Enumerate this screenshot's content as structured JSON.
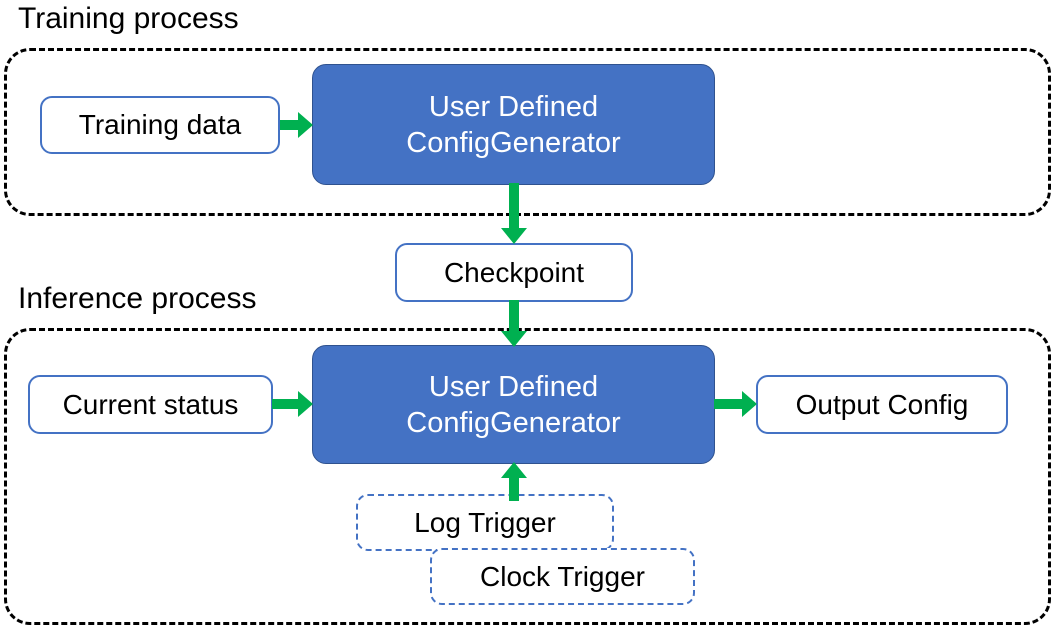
{
  "diagram": {
    "sections": [
      {
        "id": "training",
        "title": "Training process"
      },
      {
        "id": "inference",
        "title": "Inference process"
      }
    ],
    "nodes": {
      "training_data": "Training data",
      "generator_training_line1": "User Defined",
      "generator_training_line2": "ConfigGenerator",
      "checkpoint": "Checkpoint",
      "current_status": "Current status",
      "generator_inference_line1": "User Defined",
      "generator_inference_line2": "ConfigGenerator",
      "output_config": "Output Config",
      "log_trigger": "Log Trigger",
      "clock_trigger": "Clock Trigger"
    },
    "edges": [
      {
        "name": "training-data-to-generator",
        "from": "training_data",
        "to": "generator_training",
        "direction": "right"
      },
      {
        "name": "generator-to-checkpoint",
        "from": "generator_training",
        "to": "checkpoint",
        "direction": "down"
      },
      {
        "name": "checkpoint-to-generator",
        "from": "checkpoint",
        "to": "generator_inference",
        "direction": "down"
      },
      {
        "name": "status-to-generator",
        "from": "current_status",
        "to": "generator_inference",
        "direction": "right"
      },
      {
        "name": "generator-to-output",
        "from": "generator_inference",
        "to": "output_config",
        "direction": "right"
      },
      {
        "name": "trigger-to-generator",
        "from": "log_trigger",
        "to": "generator_inference",
        "direction": "up"
      }
    ],
    "colors": {
      "accent_blue": "#4472C4",
      "arrow_green": "#00B050",
      "container_border": "#000000",
      "box_fill": "#FFFFFF",
      "blue_box_text": "#FFFFFF",
      "text": "#000000"
    }
  }
}
